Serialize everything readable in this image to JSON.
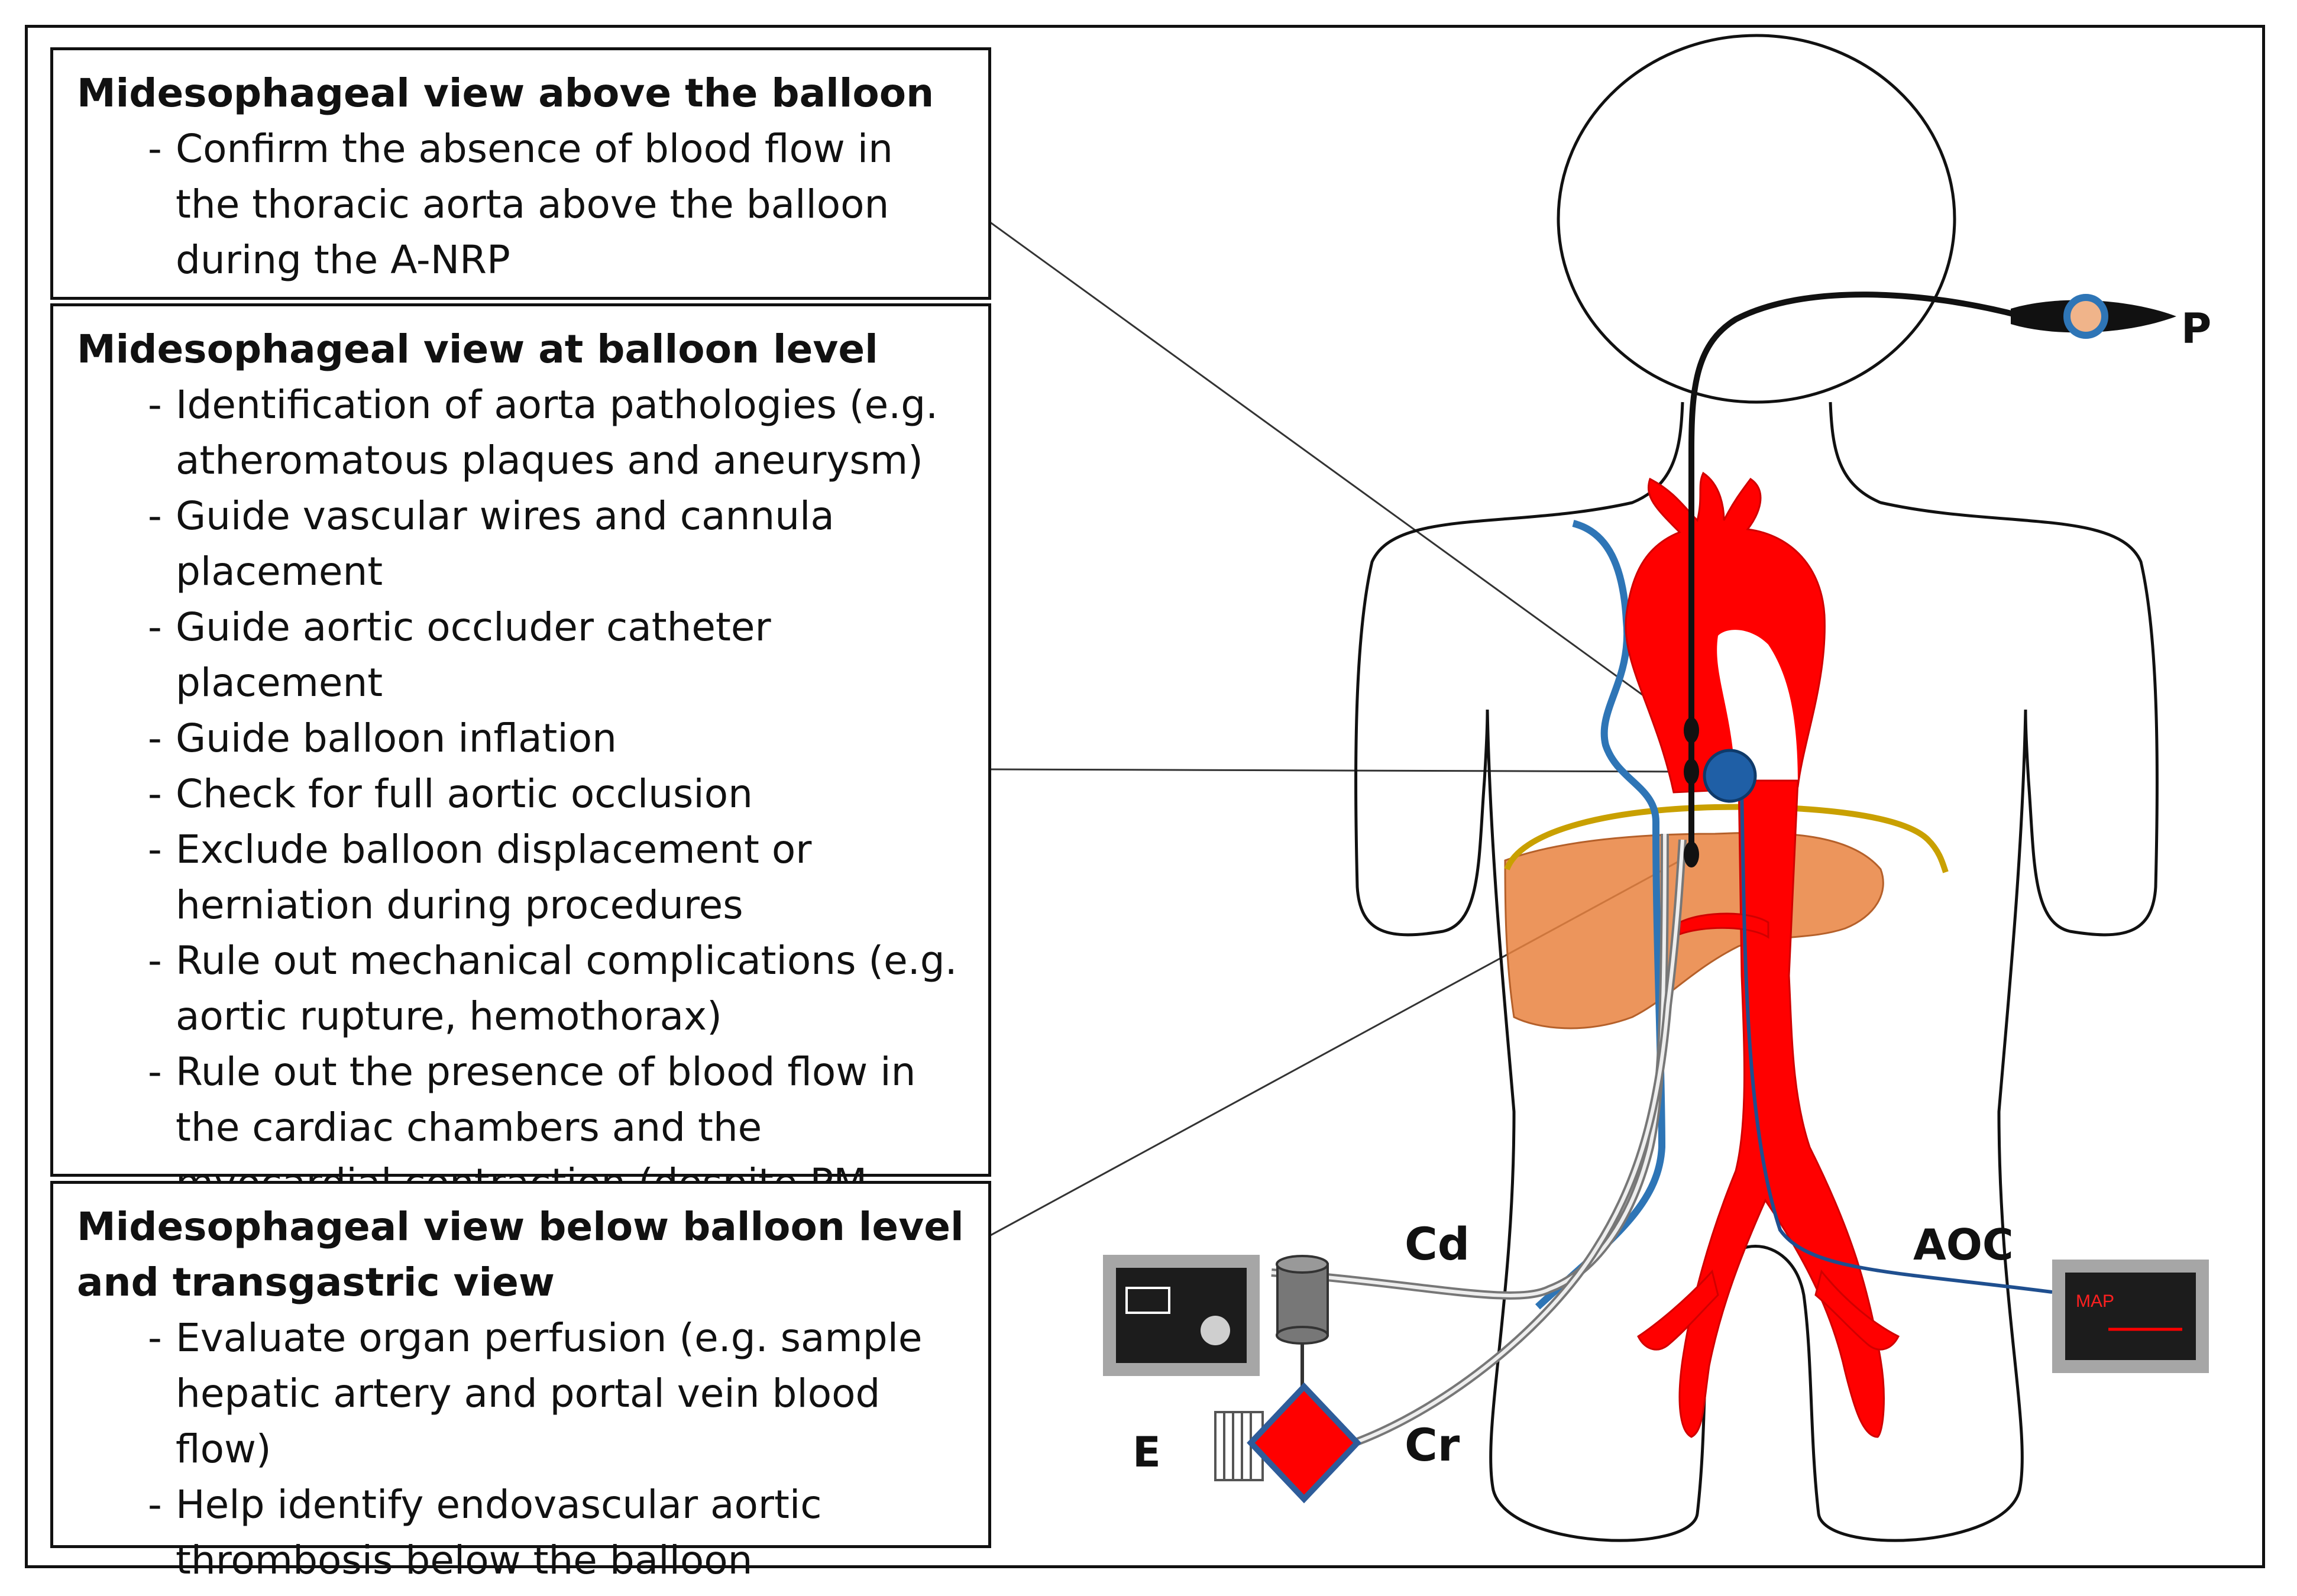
{
  "boxes": [
    {
      "heading": "Midesophageal view above the balloon",
      "items": [
        "Confirm the absence of blood flow in the thoracic aorta above the balloon during the A-NRP"
      ]
    },
    {
      "heading": "Midesophageal view at balloon level",
      "items": [
        "Identification of aorta pathologies (e.g. atheromatous plaques and aneurysm)",
        "Guide vascular wires and cannula placement",
        "Guide aortic occluder catheter placement",
        "Guide balloon inflation",
        "Check for full aortic occlusion",
        "Exclude balloon displacement or herniation during procedures",
        "Rule out mechanical complications (e.g. aortic rupture, hemothorax)",
        "Rule out the presence of blood flow in the cardiac chambers and the myocardial contraction (despite PM activity)"
      ]
    },
    {
      "heading": "Midesophageal view below balloon level and transgastric view",
      "items": [
        "Evaluate organ perfusion (e.g. sample hepatic artery and portal vein blood flow)",
        "Help identify endovascular aortic thrombosis below the balloon"
      ]
    }
  ],
  "labels": {
    "probe": "P",
    "drain_cannula": "Cd",
    "return_cannula": "Cr",
    "ecmo": "E",
    "occluder": "AOC",
    "monitor": "MAP"
  },
  "colors": {
    "aorta": "#ff0000",
    "vein": "#2e75b6",
    "balloon": "#1f5fa6",
    "liver": "#e9823f",
    "diaphragm": "#c9a000"
  }
}
